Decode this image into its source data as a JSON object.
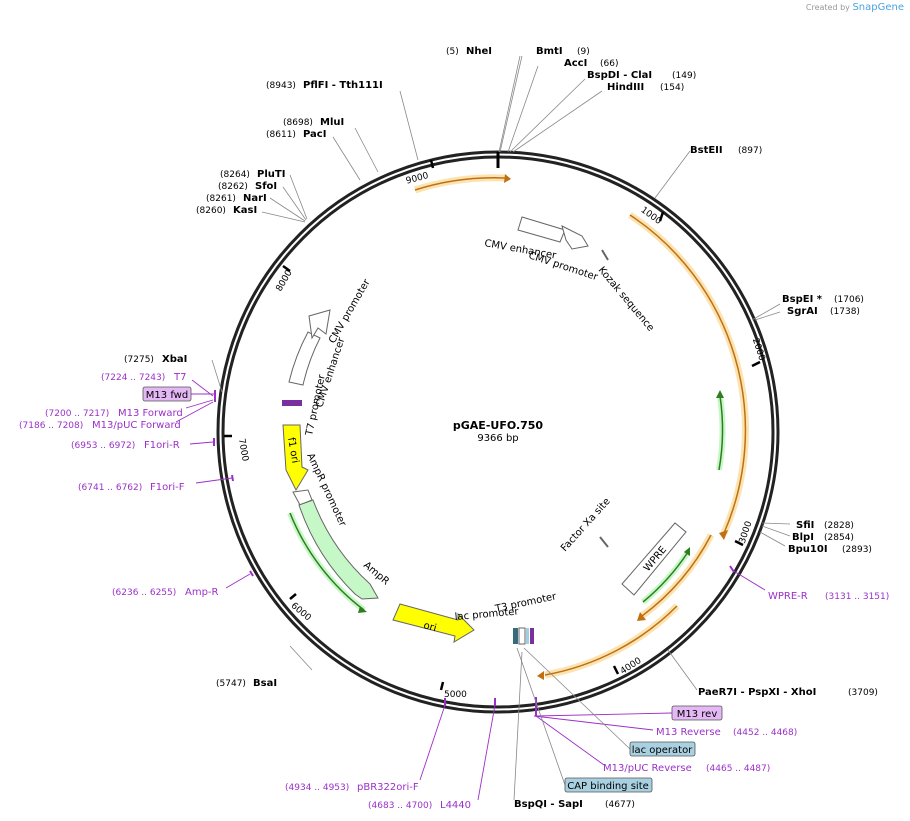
{
  "credit": {
    "prefix": "Created by",
    "brand": "SnapGene"
  },
  "plasmid": {
    "name": "pGAE-UFO.750",
    "length_label": "9366 bp",
    "length": 9366
  },
  "ticks": [
    "1000",
    "2000",
    "3000",
    "4000",
    "5000",
    "6000",
    "7000",
    "8000",
    "9000"
  ],
  "enzymes_top": [
    {
      "pos": "(5)",
      "name": "NheI"
    },
    {
      "pos": "(9)",
      "name": "BmtI"
    },
    {
      "pos": "(66)",
      "name": "AccI"
    },
    {
      "pos": "(149)",
      "name": "BspDI - ClaI"
    },
    {
      "pos": "(154)",
      "name": "HindIII"
    },
    {
      "pos": "(897)",
      "name": "BstEII"
    },
    {
      "pos": "(1706)",
      "name": "BspEI *"
    },
    {
      "pos": "(1738)",
      "name": "SgrAI"
    },
    {
      "pos": "(2828)",
      "name": "SfiI"
    },
    {
      "pos": "(2854)",
      "name": "BlpI"
    },
    {
      "pos": "(2893)",
      "name": "Bpu10I"
    },
    {
      "pos": "(3709)",
      "name": "PaeR7I - PspXI - XhoI"
    },
    {
      "pos": "(4677)",
      "name": "BspQI - SapI"
    },
    {
      "pos": "(5747)",
      "name": "BsaI"
    },
    {
      "pos": "(7275)",
      "name": "XbaI"
    },
    {
      "pos": "(8260)",
      "name": "KasI"
    },
    {
      "pos": "(8261)",
      "name": "NarI"
    },
    {
      "pos": "(8262)",
      "name": "SfoI"
    },
    {
      "pos": "(8264)",
      "name": "PluTI"
    },
    {
      "pos": "(8611)",
      "name": "PacI"
    },
    {
      "pos": "(8698)",
      "name": "MluI"
    },
    {
      "pos": "(8943)",
      "name": "PflFI - Tth111I"
    }
  ],
  "primers": [
    {
      "pos": "(3131 .. 3151)",
      "name": "WPRE-R"
    },
    {
      "pos": "(4452 .. 4468)",
      "name": "M13 Reverse"
    },
    {
      "pos": "(4465 .. 4487)",
      "name": "M13/pUC Reverse"
    },
    {
      "pos": "(4934 .. 4953)",
      "name": "pBR322ori-F"
    },
    {
      "pos": "(4683 .. 4700)",
      "name": "L4440"
    },
    {
      "pos": "(6236 .. 6255)",
      "name": "Amp-R"
    },
    {
      "pos": "(6741 .. 6762)",
      "name": "F1ori-F"
    },
    {
      "pos": "(6953 .. 6972)",
      "name": "F1ori-R"
    },
    {
      "pos": "(7200 .. 7217)",
      "name": "M13 Forward"
    },
    {
      "pos": "(7186 .. 7208)",
      "name": "M13/pUC Forward"
    },
    {
      "pos": "(7224 .. 7243)",
      "name": "T7"
    }
  ],
  "boxed_labels": [
    "M13 rev",
    "lac operator",
    "CAP binding site",
    "M13 fwd"
  ],
  "features": [
    "CMV enhancer",
    "CMV promoter",
    "Kozak sequence",
    "Factor Xa site",
    "WPRE",
    "T3 promoter",
    "lac promoter",
    "ori",
    "AmpR",
    "AmpR promoter",
    "f1 ori",
    "T7 promoter",
    "CMV enhancer",
    "CMV promoter"
  ],
  "colors": {
    "primer": "#9b30c8",
    "orf": "#f7a93b",
    "orf_fill": "#fbe3b2",
    "promoter": "#ffffff",
    "amp": "#c6f7c6",
    "ori": "#ffff00",
    "box_purple": "#e4b8f4",
    "box_teal": "#a8d0e0"
  }
}
